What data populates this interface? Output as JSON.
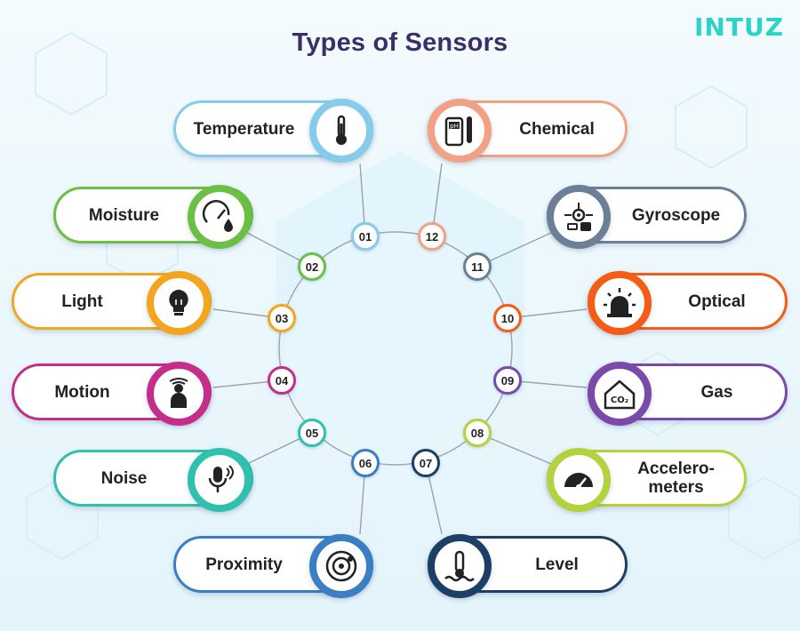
{
  "title": "Types of Sensors",
  "brand": "INTUZ",
  "sensors": [
    {
      "num": "01",
      "label": "Temperature",
      "color": "#86cbe9",
      "icon": "thermometer-icon"
    },
    {
      "num": "02",
      "label": "Moisture",
      "color": "#6cbf45",
      "icon": "gauge-drop-icon"
    },
    {
      "num": "03",
      "label": "Light",
      "color": "#f3a51e",
      "icon": "light-bulb-icon"
    },
    {
      "num": "04",
      "label": "Motion",
      "color": "#c52d8a",
      "icon": "motion-person-icon"
    },
    {
      "num": "05",
      "label": "Noise",
      "color": "#2fc1ae",
      "icon": "microphone-icon"
    },
    {
      "num": "06",
      "label": "Proximity",
      "color": "#3a7fc3",
      "icon": "proximity-target-icon"
    },
    {
      "num": "07",
      "label": "Level",
      "color": "#1d3e66",
      "icon": "level-gauge-icon"
    },
    {
      "num": "08",
      "label": "Accelero-\nmeters",
      "color": "#b3d23e",
      "icon": "speedometer-icon"
    },
    {
      "num": "09",
      "label": "Gas",
      "color": "#7b49ab",
      "icon": "co2-house-icon"
    },
    {
      "num": "10",
      "label": "Optical",
      "color": "#f55d17",
      "icon": "alarm-light-icon"
    },
    {
      "num": "11",
      "label": "Gyroscope",
      "color": "#6c7f96",
      "icon": "gyroscope-icon"
    },
    {
      "num": "12",
      "label": "Chemical",
      "color": "#f3a184",
      "icon": "ph-meter-icon"
    }
  ]
}
